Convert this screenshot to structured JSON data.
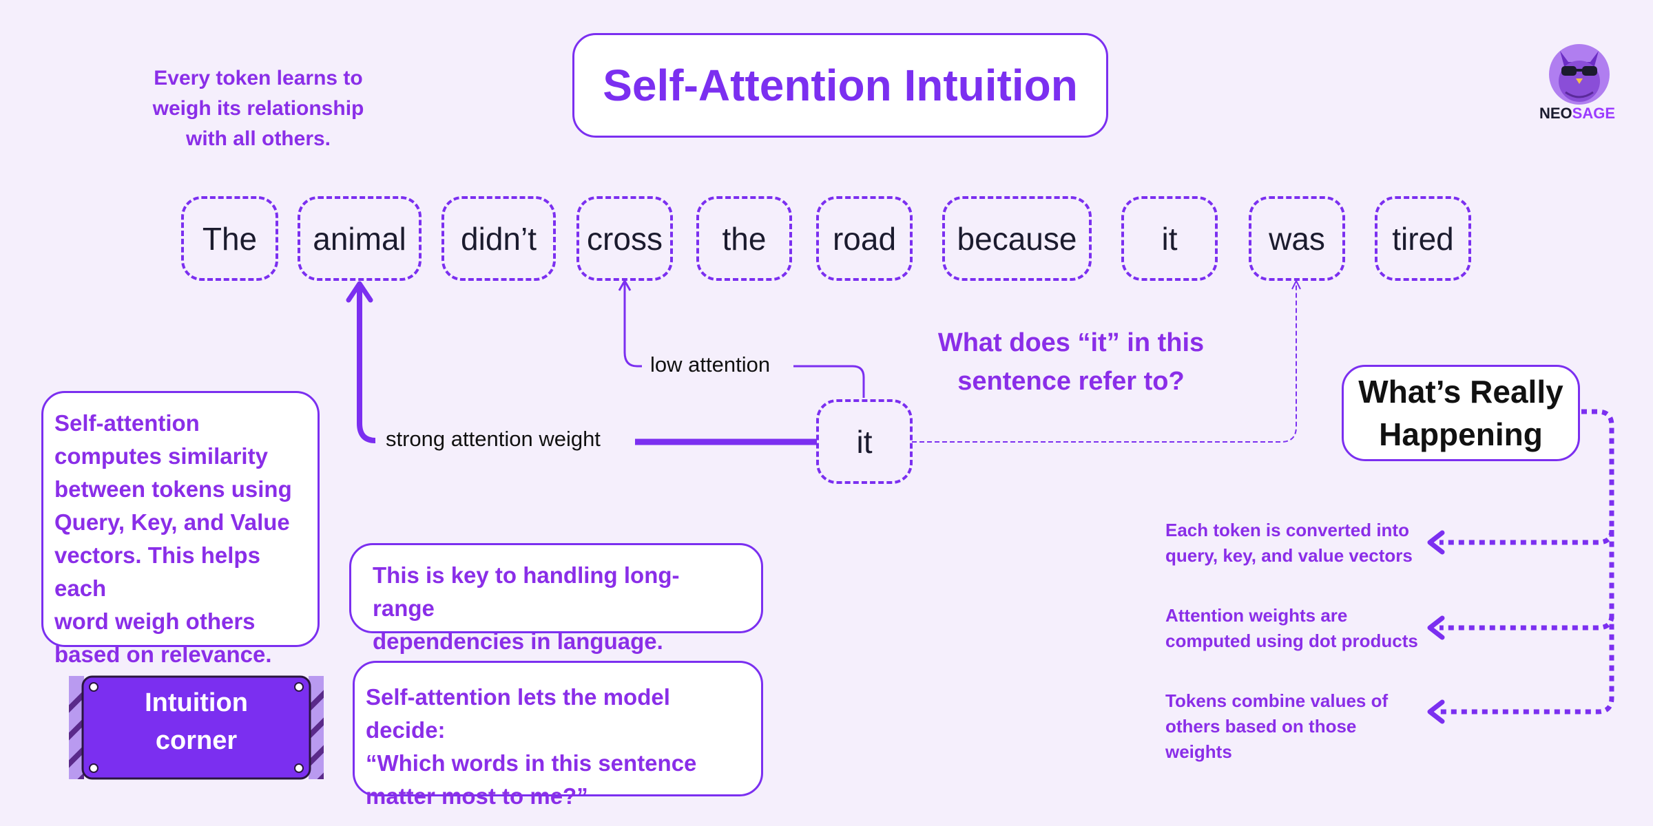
{
  "title": "Self-Attention Intuition",
  "tagline": [
    "Every token learns to",
    "weigh its relationship",
    "with all others."
  ],
  "tokens": [
    "The",
    "animal",
    "didn’t",
    "cross",
    "the",
    "road",
    "because",
    "it",
    "was",
    "tired"
  ],
  "focus_token": "it",
  "labels": {
    "strong": "strong attention weight",
    "low": "low attention"
  },
  "question": [
    "What does “it” in this",
    "sentence refer to?"
  ],
  "left_box": [
    "Self-attention",
    "computes similarity",
    "between tokens using",
    "Query, Key, and Value",
    "vectors. This helps each",
    "word weigh others",
    "based on relevance."
  ],
  "mid_box1": [
    "This is key to handling long-range",
    "dependencies in language."
  ],
  "mid_box2": [
    "Self-attention lets the model decide:",
    "“Which words in this sentence",
    "matter most to me?”"
  ],
  "happening_title": [
    "What’s Really",
    "Happening"
  ],
  "steps": [
    [
      "Each token is converted into",
      "query, key, and value vectors"
    ],
    [
      "Attention weights are",
      "computed using dot products"
    ],
    [
      "Tokens combine values of",
      "others based on those weights"
    ]
  ],
  "corner": [
    "Intuition",
    "corner"
  ],
  "logo": {
    "part1": "NEO",
    "part2": "SAGE",
    "icon": "owl-icon"
  },
  "colors": {
    "accent": "#7b2ff0",
    "text_purple": "#8a2ee8",
    "background": "#f5effc"
  }
}
